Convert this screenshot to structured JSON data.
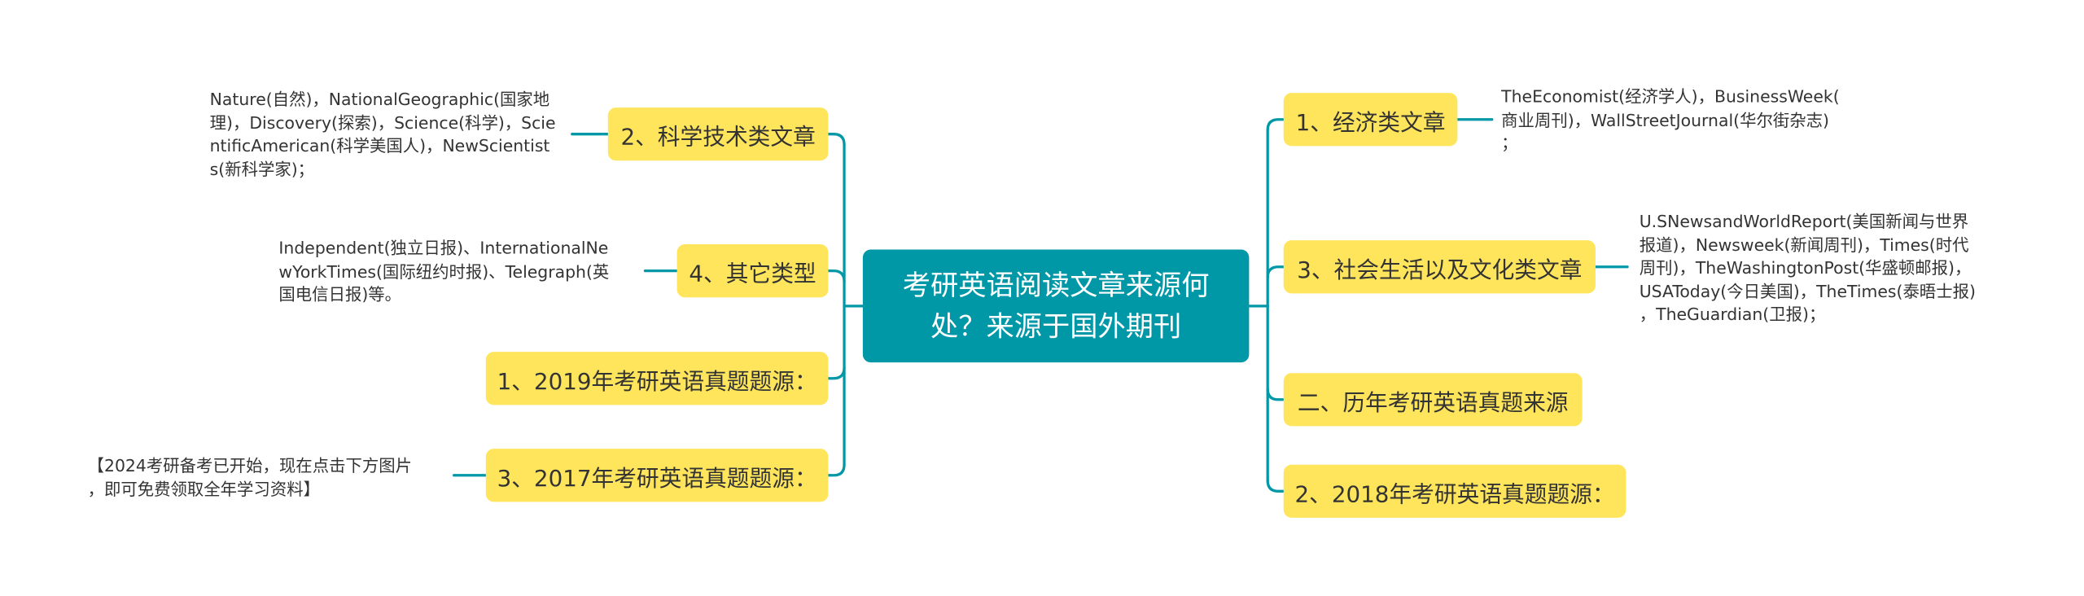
{
  "mindmap": {
    "central": "考研英语阅读文章来源何处？来源于国外期刊",
    "left_branches": [
      {
        "label": "2、科学技术类文章",
        "leaf_lines": [
          "Nature(自然)，NationalGeographic(国家地",
          "理)，Discovery(探索)，Science(科学)，Scie",
          "ntificAmerican(科学美国人)，NewScientist",
          "s(新科学家)；"
        ]
      },
      {
        "label": "4、其它类型",
        "leaf_lines": [
          "Independent(独立日报)、InternationalNe",
          "wYorkTimes(国际纽约时报)、Telegraph(英",
          "国电信日报)等。"
        ]
      },
      {
        "label": "1、2019年考研英语真题题源：",
        "leaf_lines": []
      },
      {
        "label": "3、2017年考研英语真题题源：",
        "leaf_lines": [
          "【2024考研备考已开始，现在点击下方图片",
          "，即可免费领取全年学习资料】"
        ]
      }
    ],
    "right_branches": [
      {
        "label": "1、经济类文章",
        "leaf_lines": [
          "TheEconomist(经济学人)，BusinessWeek(",
          "商业周刊)，WallStreetJournal(华尔街杂志)",
          "；"
        ]
      },
      {
        "label": "3、社会生活以及文化类文章",
        "leaf_lines": [
          "U.SNewsandWorldReport(美国新闻与世界",
          "报道)，Newsweek(新闻周刊)，Times(时代",
          "周刊)，TheWashingtonPost(华盛顿邮报)，",
          "USAToday(今日美国)，TheTimes(泰晤士报)",
          "，TheGuardian(卫报)；"
        ]
      },
      {
        "label": "二、历年考研英语真题来源",
        "leaf_lines": []
      },
      {
        "label": "2、2018年考研英语真题题源：",
        "leaf_lines": []
      }
    ]
  },
  "colors": {
    "central_fill": "#0097a7",
    "branch_fill": "#ffe55c",
    "connector": "#0097a7",
    "text": "#333333"
  }
}
